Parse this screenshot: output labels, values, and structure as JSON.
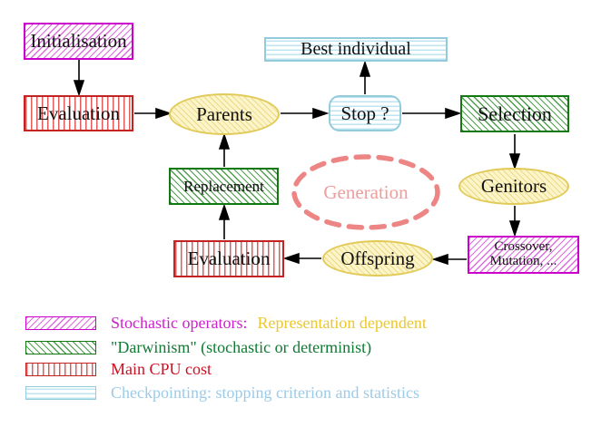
{
  "title": "Evolutionary algorithm generation loop diagram",
  "nodes": {
    "initialisation": {
      "label": "Initialisation"
    },
    "evaluation_top": {
      "label": "Evaluation"
    },
    "parents": {
      "label": "Parents"
    },
    "stop": {
      "label": "Stop ?"
    },
    "best_individual": {
      "label": "Best individual"
    },
    "selection": {
      "label": "Selection"
    },
    "genitors": {
      "label": "Genitors"
    },
    "crossover": {
      "line1": "Crossover,",
      "line2": "Mutation, ..."
    },
    "offspring": {
      "label": "Offspring"
    },
    "evaluation_bottom": {
      "label": "Evaluation"
    },
    "replacement": {
      "label": "Replacement"
    },
    "generation": {
      "label": "Generation"
    }
  },
  "legend": {
    "stochastic": {
      "swatch": "magenta-diagonal-hatch",
      "label_primary": "Stochastic operators:",
      "label_secondary": "Representation dependent"
    },
    "darwinism": {
      "swatch": "green-diagonal-hatch",
      "label": "\"Darwinism\" (stochastic or determinist)"
    },
    "cpu": {
      "swatch": "red-vertical-stripes",
      "label": "Main CPU cost"
    },
    "checkpointing": {
      "swatch": "cyan-horizontal-stripes",
      "label": "Checkpointing: stopping criterion and statistics"
    }
  },
  "colors": {
    "magenta_border": "#cc00cc",
    "green_border": "#127812",
    "red_border": "#c52222",
    "cyan_border": "#93cbdd",
    "yellow_border": "#e1ca58",
    "yellow_fill": "#fcf5c9",
    "generation_dash": "#ee8585",
    "generation_text": "#f09c9c",
    "legend_magenta_text": "#cc22cc",
    "legend_gold_text": "#ecc72e",
    "legend_green_text": "#117a33",
    "legend_red_text": "#cc1022",
    "legend_blue_text": "#9ccbe8",
    "arrow": "#000000"
  }
}
